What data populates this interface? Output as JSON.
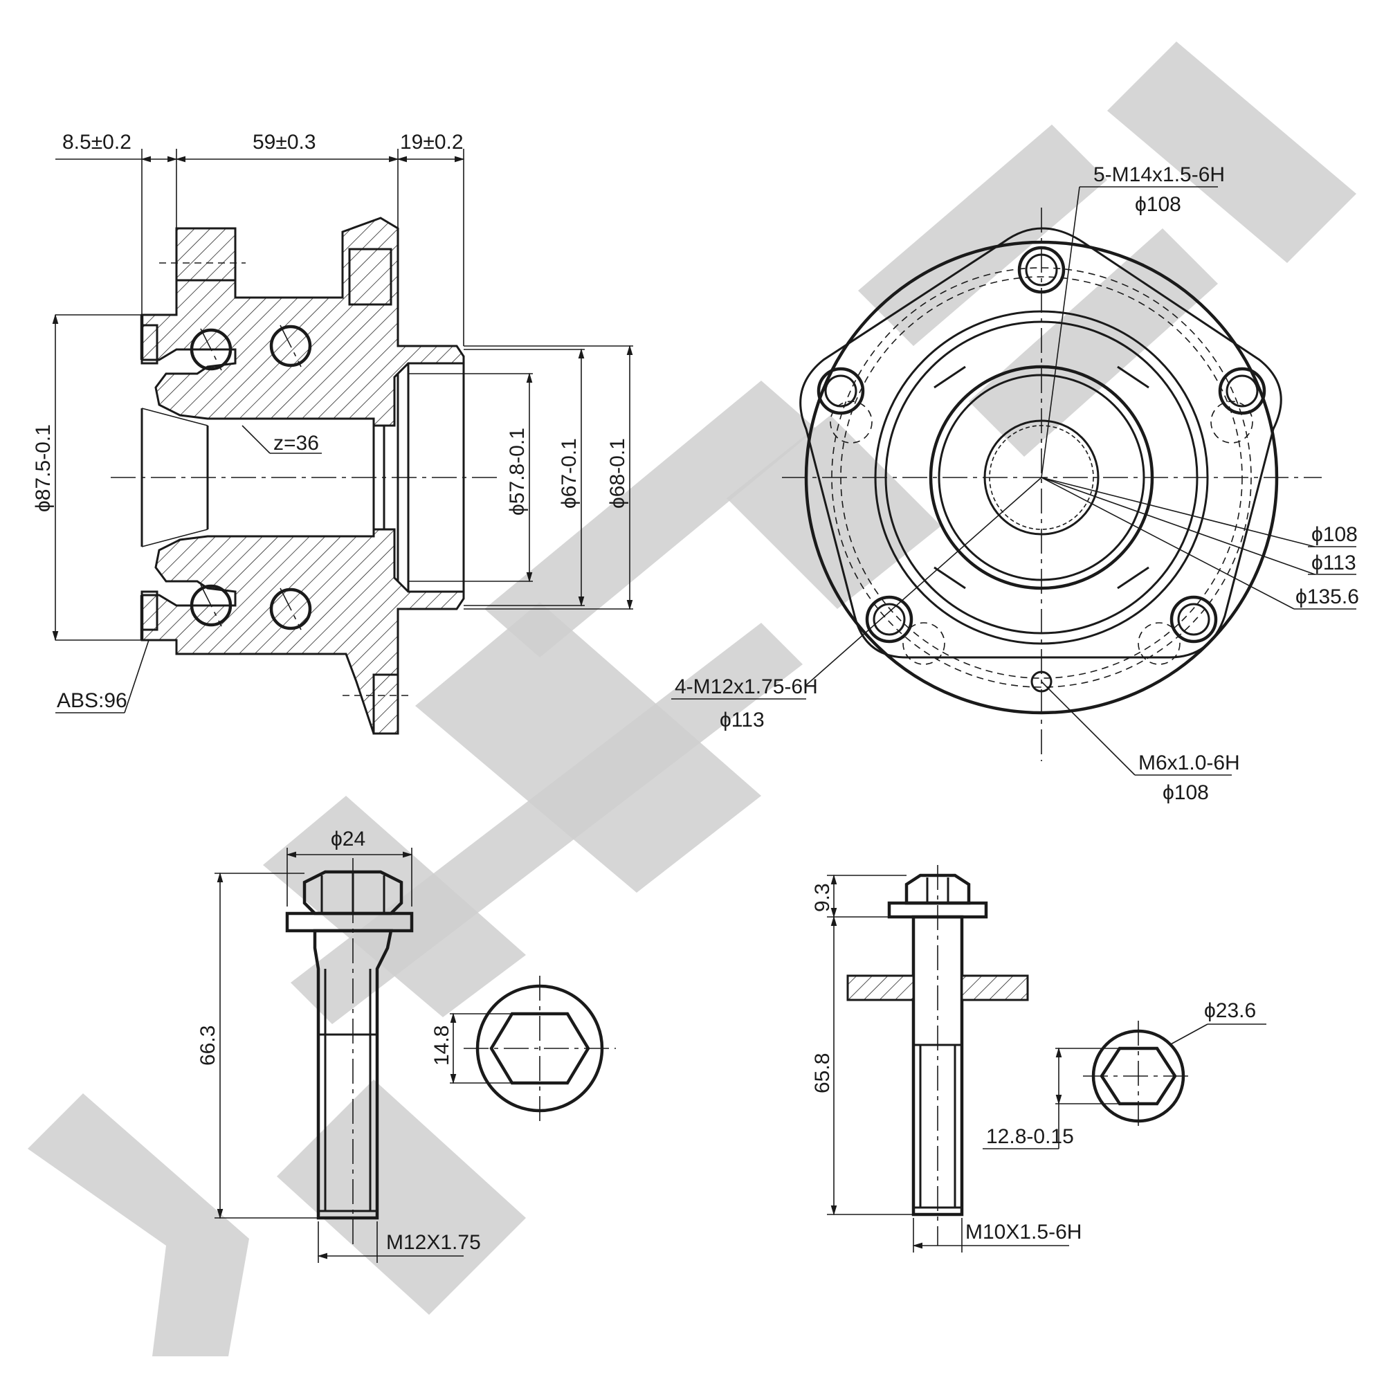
{
  "watermark": {
    "color": "#cfcfcf"
  },
  "hub_section": {
    "dim_left": "8.5±0.2",
    "dim_middle": "59±0.3",
    "dim_right": "19±0.2",
    "dia_outer": "ϕ87.5-0.1",
    "spline": "z=36",
    "dia_bore": "ϕ57.8-0.1",
    "dia_pilot": "ϕ67-0.1",
    "dia_flange": "ϕ68-0.1",
    "abs": "ABS:96"
  },
  "hub_front": {
    "stud_thread": "5-M14x1.5-6H",
    "stud_pcd": "ϕ108",
    "dia_a": "ϕ108",
    "dia_b": "ϕ113",
    "dia_c": "ϕ135.6",
    "mount_thread": "4-M12x1.75-6H",
    "mount_pcd": "ϕ113",
    "screw_thread": "M6x1.0-6H",
    "screw_pcd": "ϕ108"
  },
  "bolt_m12": {
    "head_dia": "ϕ24",
    "length": "66.3",
    "across_flats": "14.8",
    "thread": "M12X1.75"
  },
  "bolt_m10": {
    "head_height": "9.3",
    "length": "65.8",
    "head_dia": "ϕ23.6",
    "across_flats": "12.8-0.15",
    "thread": "M10X1.5-6H"
  }
}
